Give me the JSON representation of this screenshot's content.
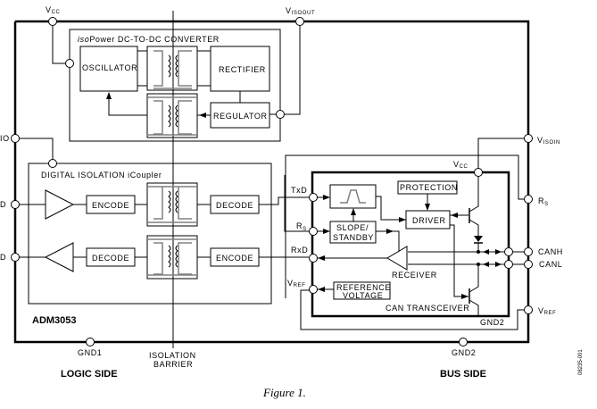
{
  "part_number": "ADM3053",
  "caption": "Figure 1.",
  "figure_id": "08235-001",
  "sides": {
    "logic": "LOGIC SIDE",
    "bus": "BUS SIDE",
    "isolation_barrier": [
      "ISOLATION",
      "BARRIER"
    ]
  },
  "power_block": {
    "title_prefix": "iso",
    "title": "Power DC-TO-DC CONVERTER",
    "oscillator": "OSCILLATOR",
    "rectifier": "RECTIFIER",
    "regulator": "REGULATOR"
  },
  "digital_block": {
    "title": "DIGITAL ISOLATION iCoupler",
    "tx_encode": "ENCODE",
    "tx_decode": "DECODE",
    "rx_decode": "DECODE",
    "rx_encode": "ENCODE"
  },
  "transceiver": {
    "title": "CAN TRANSCEIVER",
    "protection": "PROTECTION",
    "driver": "DRIVER",
    "slope_standby": [
      "SLOPE/",
      "STANDBY"
    ],
    "receiver": "RECEIVER",
    "reference_voltage": [
      "REFERENCE",
      "VOLTAGE"
    ],
    "gnd_label": "GND2"
  },
  "pins": {
    "vcc": {
      "main": "V",
      "sub": "CC"
    },
    "visoout": {
      "main": "V",
      "sub": "ISOOUT"
    },
    "visoin": {
      "main": "V",
      "sub": "ISOIN"
    },
    "vio": "IO",
    "txd_left": "D",
    "rxd_left": "D",
    "txd": "TxD",
    "rs_inner": {
      "main": "R",
      "sub": "S"
    },
    "rxd": "RxD",
    "vref_inner": {
      "main": "V",
      "sub": "REF"
    },
    "vcc_inner": {
      "main": "V",
      "sub": "CC"
    },
    "rs": {
      "main": "R",
      "sub": "S"
    },
    "canh": "CANH",
    "canl": "CANL",
    "vref": {
      "main": "V",
      "sub": "REF"
    },
    "gnd1": "GND1",
    "gnd2": "GND2"
  }
}
